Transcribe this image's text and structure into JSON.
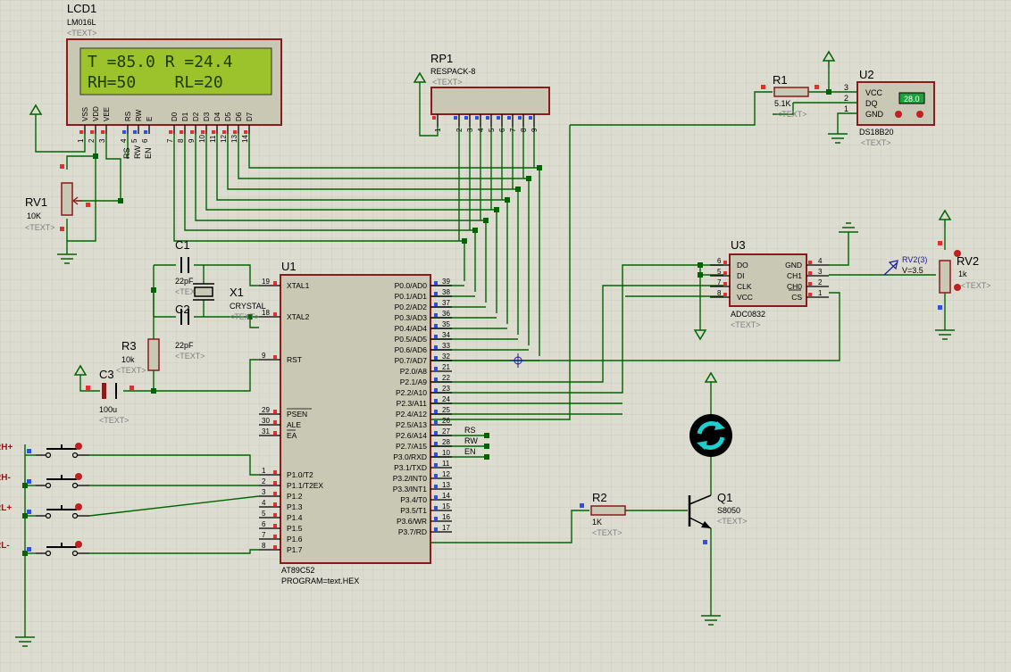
{
  "lcd": {
    "ref": "LCD1",
    "model": "LM016L",
    "text_tag": "<TEXT>",
    "line1": "T =85.0 R =24.4",
    "line2": "RH=50    RL=20",
    "pin_names": [
      "VSS",
      "VDD",
      "VEE",
      "RS",
      "RW",
      "E",
      "D0",
      "D1",
      "D2",
      "D3",
      "D4",
      "D5",
      "D6",
      "D7"
    ],
    "pin_numbers": [
      "1",
      "2",
      "3",
      "4",
      "5",
      "6",
      "7",
      "8",
      "9",
      "10",
      "11",
      "12",
      "13",
      "14"
    ],
    "net_labels": [
      "RS",
      "RW",
      "EN"
    ]
  },
  "rp1": {
    "ref": "RP1",
    "model": "RESPACK-8",
    "text_tag": "<TEXT>",
    "pins": [
      "1",
      "2",
      "3",
      "4",
      "5",
      "6",
      "7",
      "8",
      "9"
    ]
  },
  "r1": {
    "ref": "R1",
    "value": "5.1K",
    "text_tag": "<TEXT>"
  },
  "u2": {
    "ref": "U2",
    "model": "DS18B20",
    "text_tag": "<TEXT>",
    "pins": [
      "VCC",
      "DQ",
      "GND"
    ],
    "pin_numbers": [
      "3",
      "2",
      "1"
    ],
    "display": "28.0"
  },
  "rv1": {
    "ref": "RV1",
    "value": "10K",
    "text_tag": "<TEXT>"
  },
  "c1": {
    "ref": "C1",
    "value": "22pF",
    "text_tag": "<TEXT>"
  },
  "c2": {
    "ref": "C2",
    "value": "22pF",
    "text_tag": "<TEXT>"
  },
  "x1": {
    "ref": "X1",
    "value": "CRYSTAL",
    "text_tag": "<TEXT>"
  },
  "r3": {
    "ref": "R3",
    "value": "10k",
    "text_tag": "<TEXT>"
  },
  "c3": {
    "ref": "C3",
    "value": "100u",
    "text_tag": "<TEXT>"
  },
  "u1": {
    "ref": "U1",
    "model": "AT89C52",
    "program": "PROGRAM=text.HEX",
    "left_pins": [
      {
        "num": "19",
        "name": "XTAL1"
      },
      {
        "num": "18",
        "name": "XTAL2"
      },
      {
        "num": "9",
        "name": "RST"
      },
      {
        "num": "29",
        "name": "PSEN"
      },
      {
        "num": "30",
        "name": "ALE"
      },
      {
        "num": "31",
        "name": "EA"
      },
      {
        "num": "1",
        "name": "P1.0/T2"
      },
      {
        "num": "2",
        "name": "P1.1/T2EX"
      },
      {
        "num": "3",
        "name": "P1.2"
      },
      {
        "num": "4",
        "name": "P1.3"
      },
      {
        "num": "5",
        "name": "P1.4"
      },
      {
        "num": "6",
        "name": "P1.5"
      },
      {
        "num": "7",
        "name": "P1.6"
      },
      {
        "num": "8",
        "name": "P1.7"
      }
    ],
    "right_pins": [
      {
        "num": "39",
        "name": "P0.0/AD0"
      },
      {
        "num": "38",
        "name": "P0.1/AD1"
      },
      {
        "num": "37",
        "name": "P0.2/AD2"
      },
      {
        "num": "36",
        "name": "P0.3/AD3"
      },
      {
        "num": "35",
        "name": "P0.4/AD4"
      },
      {
        "num": "34",
        "name": "P0.5/AD5"
      },
      {
        "num": "33",
        "name": "P0.6/AD6"
      },
      {
        "num": "32",
        "name": "P0.7/AD7"
      },
      {
        "num": "21",
        "name": "P2.0/A8"
      },
      {
        "num": "22",
        "name": "P2.1/A9"
      },
      {
        "num": "23",
        "name": "P2.2/A10"
      },
      {
        "num": "24",
        "name": "P2.3/A11"
      },
      {
        "num": "25",
        "name": "P2.4/A12"
      },
      {
        "num": "26",
        "name": "P2.5/A13"
      },
      {
        "num": "27",
        "name": "P2.6/A14"
      },
      {
        "num": "28",
        "name": "P2.7/A15"
      },
      {
        "num": "10",
        "name": "P3.0/RXD"
      },
      {
        "num": "11",
        "name": "P3.1/TXD"
      },
      {
        "num": "12",
        "name": "P3.2/INT0"
      },
      {
        "num": "13",
        "name": "P3.3/INT1"
      },
      {
        "num": "14",
        "name": "P3.4/T0"
      },
      {
        "num": "15",
        "name": "P3.5/T1"
      },
      {
        "num": "16",
        "name": "P3.6/WR"
      },
      {
        "num": "17",
        "name": "P3.7/RD"
      }
    ],
    "net_labels": [
      "RS",
      "RW",
      "EN"
    ]
  },
  "u3": {
    "ref": "U3",
    "model": "ADC0832",
    "text_tag": "<TEXT>",
    "left_pins": [
      {
        "num": "6",
        "name": "DO"
      },
      {
        "num": "5",
        "name": "DI"
      },
      {
        "num": "7",
        "name": "CLK"
      },
      {
        "num": "8",
        "name": "VCC"
      }
    ],
    "right_pins": [
      {
        "num": "4",
        "name": "GND"
      },
      {
        "num": "3",
        "name": "CH1"
      },
      {
        "num": "2",
        "name": "CH0"
      },
      {
        "num": "1",
        "name": "CS"
      }
    ]
  },
  "rv2": {
    "ref": "RV2",
    "value": "1k",
    "text_tag": "<TEXT>",
    "probe_name": "RV2(3)",
    "probe_value": "V=3.5"
  },
  "r2": {
    "ref": "R2",
    "value": "1K",
    "text_tag": "<TEXT>"
  },
  "q1": {
    "ref": "Q1",
    "model": "S8050",
    "text_tag": "<TEXT>"
  },
  "buttons": [
    "RH+",
    "RH-",
    "RL+",
    "RL-"
  ],
  "colors": {
    "background": "#dcdcd0",
    "grid": "#c8c8bc",
    "wire": "#006400",
    "body": "#c8c8b4",
    "outline": "#8b1a1a",
    "lcd_screen": "#9dc32c",
    "lcd_text": "#1c3a00",
    "pin_num": "#000000",
    "text_tag": "#808080",
    "probe": "#1a1aa0"
  },
  "icons": [
    "power-terminal-icon",
    "ground-terminal-icon",
    "motor-icon",
    "probe-arrow-icon"
  ]
}
